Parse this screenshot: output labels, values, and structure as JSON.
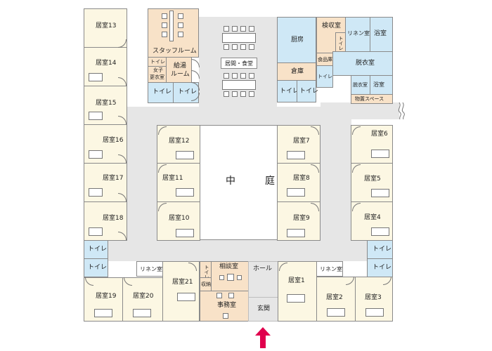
{
  "rooms": {
    "r13": "居室13",
    "r14": "居室14",
    "r15": "居室15",
    "r16": "居室16",
    "r17": "居室17",
    "r18": "居室18",
    "r19": "居室19",
    "r20": "居室20",
    "r21": "居室21",
    "r12": "居室12",
    "r11": "居室11",
    "r10": "居室10",
    "r7": "居室7",
    "r8": "居室8",
    "r9": "居室9",
    "r6": "居室6",
    "r5": "居室5",
    "r4": "居室4",
    "r1": "居室1",
    "r2": "居室2",
    "r3": "居室3"
  },
  "staff": {
    "staff_room": "スタッフルーム",
    "toilet": "トイレ",
    "changing_1": "女子",
    "changing_2": "更衣室",
    "pantry_1": "給湯",
    "pantry_2": "ルーム",
    "toilet_a": "トイレ",
    "toilet_b": "トイレ"
  },
  "center": {
    "dining": "居間・食堂",
    "courtyard": "中　庭"
  },
  "service": {
    "kitchen": "厨房",
    "storage": "倉庫",
    "toilet_a": "トイレ",
    "toilet_b": "トイレ",
    "receiving": "検収室",
    "receiving_toilet": "トイレ",
    "food_storage": "食品庫",
    "service_toilet": "トイレ",
    "linen": "リネン室",
    "bath": "浴室",
    "dressing_main": "脱衣室",
    "dressing_small": "脱衣室",
    "bath_small": "浴室",
    "storage_space": "物置スペース"
  },
  "west": {
    "toilet_a": "トイレ",
    "toilet_b": "トイレ",
    "linen": "リネン室"
  },
  "east": {
    "toilet_a": "トイレ",
    "toilet_b": "トイレ",
    "linen": "リネン室"
  },
  "entrance": {
    "toilet": "トイレ",
    "storage": "収納",
    "consultation": "相談室",
    "office": "事務室",
    "hall": "ホール",
    "foyer": "玄関"
  },
  "colors": {
    "resident_room": "#fcf7e3",
    "staff_area": "#f8e2c8",
    "wet_area": "#cfe8f6",
    "corridor": "#e6e6e6",
    "entrance_arrow": "#e0004d"
  }
}
